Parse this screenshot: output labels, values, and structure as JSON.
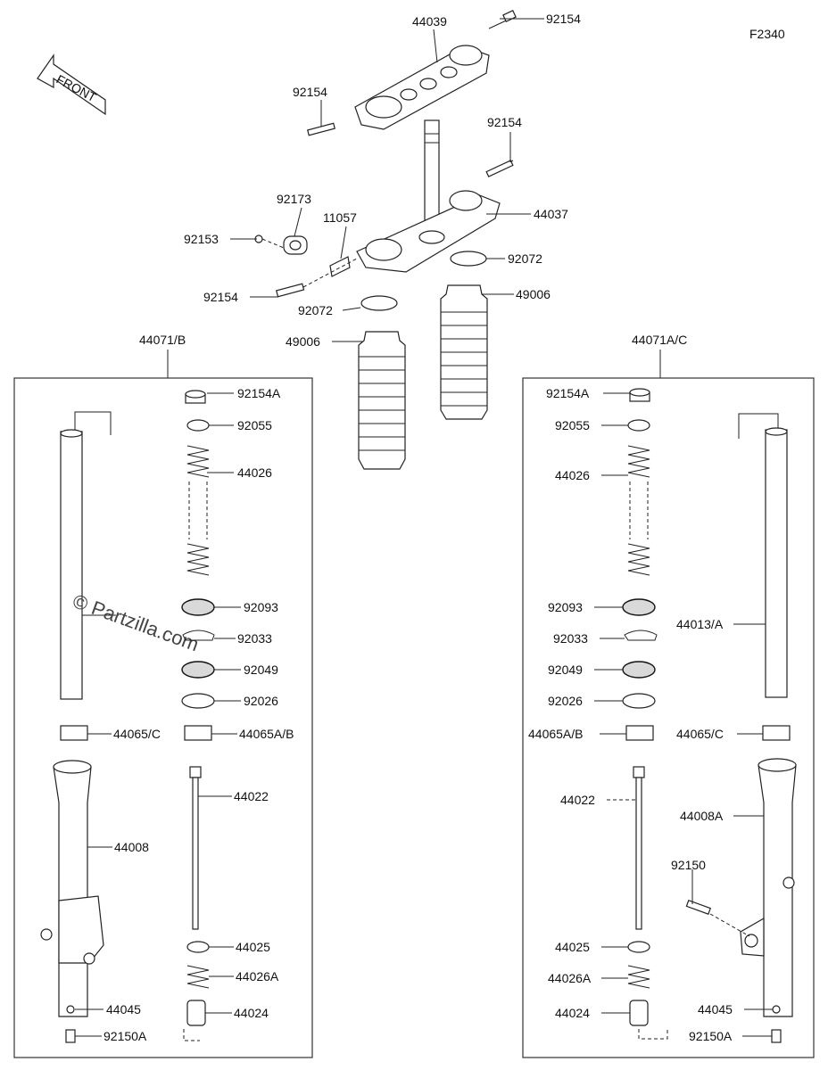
{
  "figure_code": "F2340",
  "front_label": "FRONT",
  "watermark": "© Partzilla.com",
  "top_labels": {
    "l44039": "44039",
    "l92154_a": "92154",
    "l92154_b": "92154",
    "l92154_c": "92154",
    "l92154_d": "92154",
    "l44037": "44037",
    "l92173": "92173",
    "l11057": "11057",
    "l92153": "92153",
    "l92072_a": "92072",
    "l92072_b": "92072",
    "l49006_a": "49006",
    "l49006_b": "49006"
  },
  "left_group": {
    "title": "44071/B",
    "labels": {
      "l92154A": "92154A",
      "l92055": "92055",
      "l44026": "44026",
      "l92093": "92093",
      "l92033": "92033",
      "l92049": "92049",
      "l92026": "92026",
      "l44065C": "44065/C",
      "l44065AB": "44065A/B",
      "l44022": "44022",
      "l44008": "44008",
      "l44025": "44025",
      "l44026A": "44026A",
      "l44045": "44045",
      "l44024": "44024",
      "l92150A": "92150A"
    }
  },
  "right_group": {
    "title": "44071A/C",
    "labels": {
      "l92154A": "92154A",
      "l92055": "92055",
      "l44026": "44026",
      "l92093": "92093",
      "l44013A": "44013/A",
      "l92033": "92033",
      "l92049": "92049",
      "l92026": "92026",
      "l44065AB": "44065A/B",
      "l44065C": "44065/C",
      "l44022": "44022",
      "l44008A": "44008A",
      "l92150": "92150",
      "l44025": "44025",
      "l44026A": "44026A",
      "l44045": "44045",
      "l44024": "44024",
      "l92150A": "92150A"
    }
  }
}
